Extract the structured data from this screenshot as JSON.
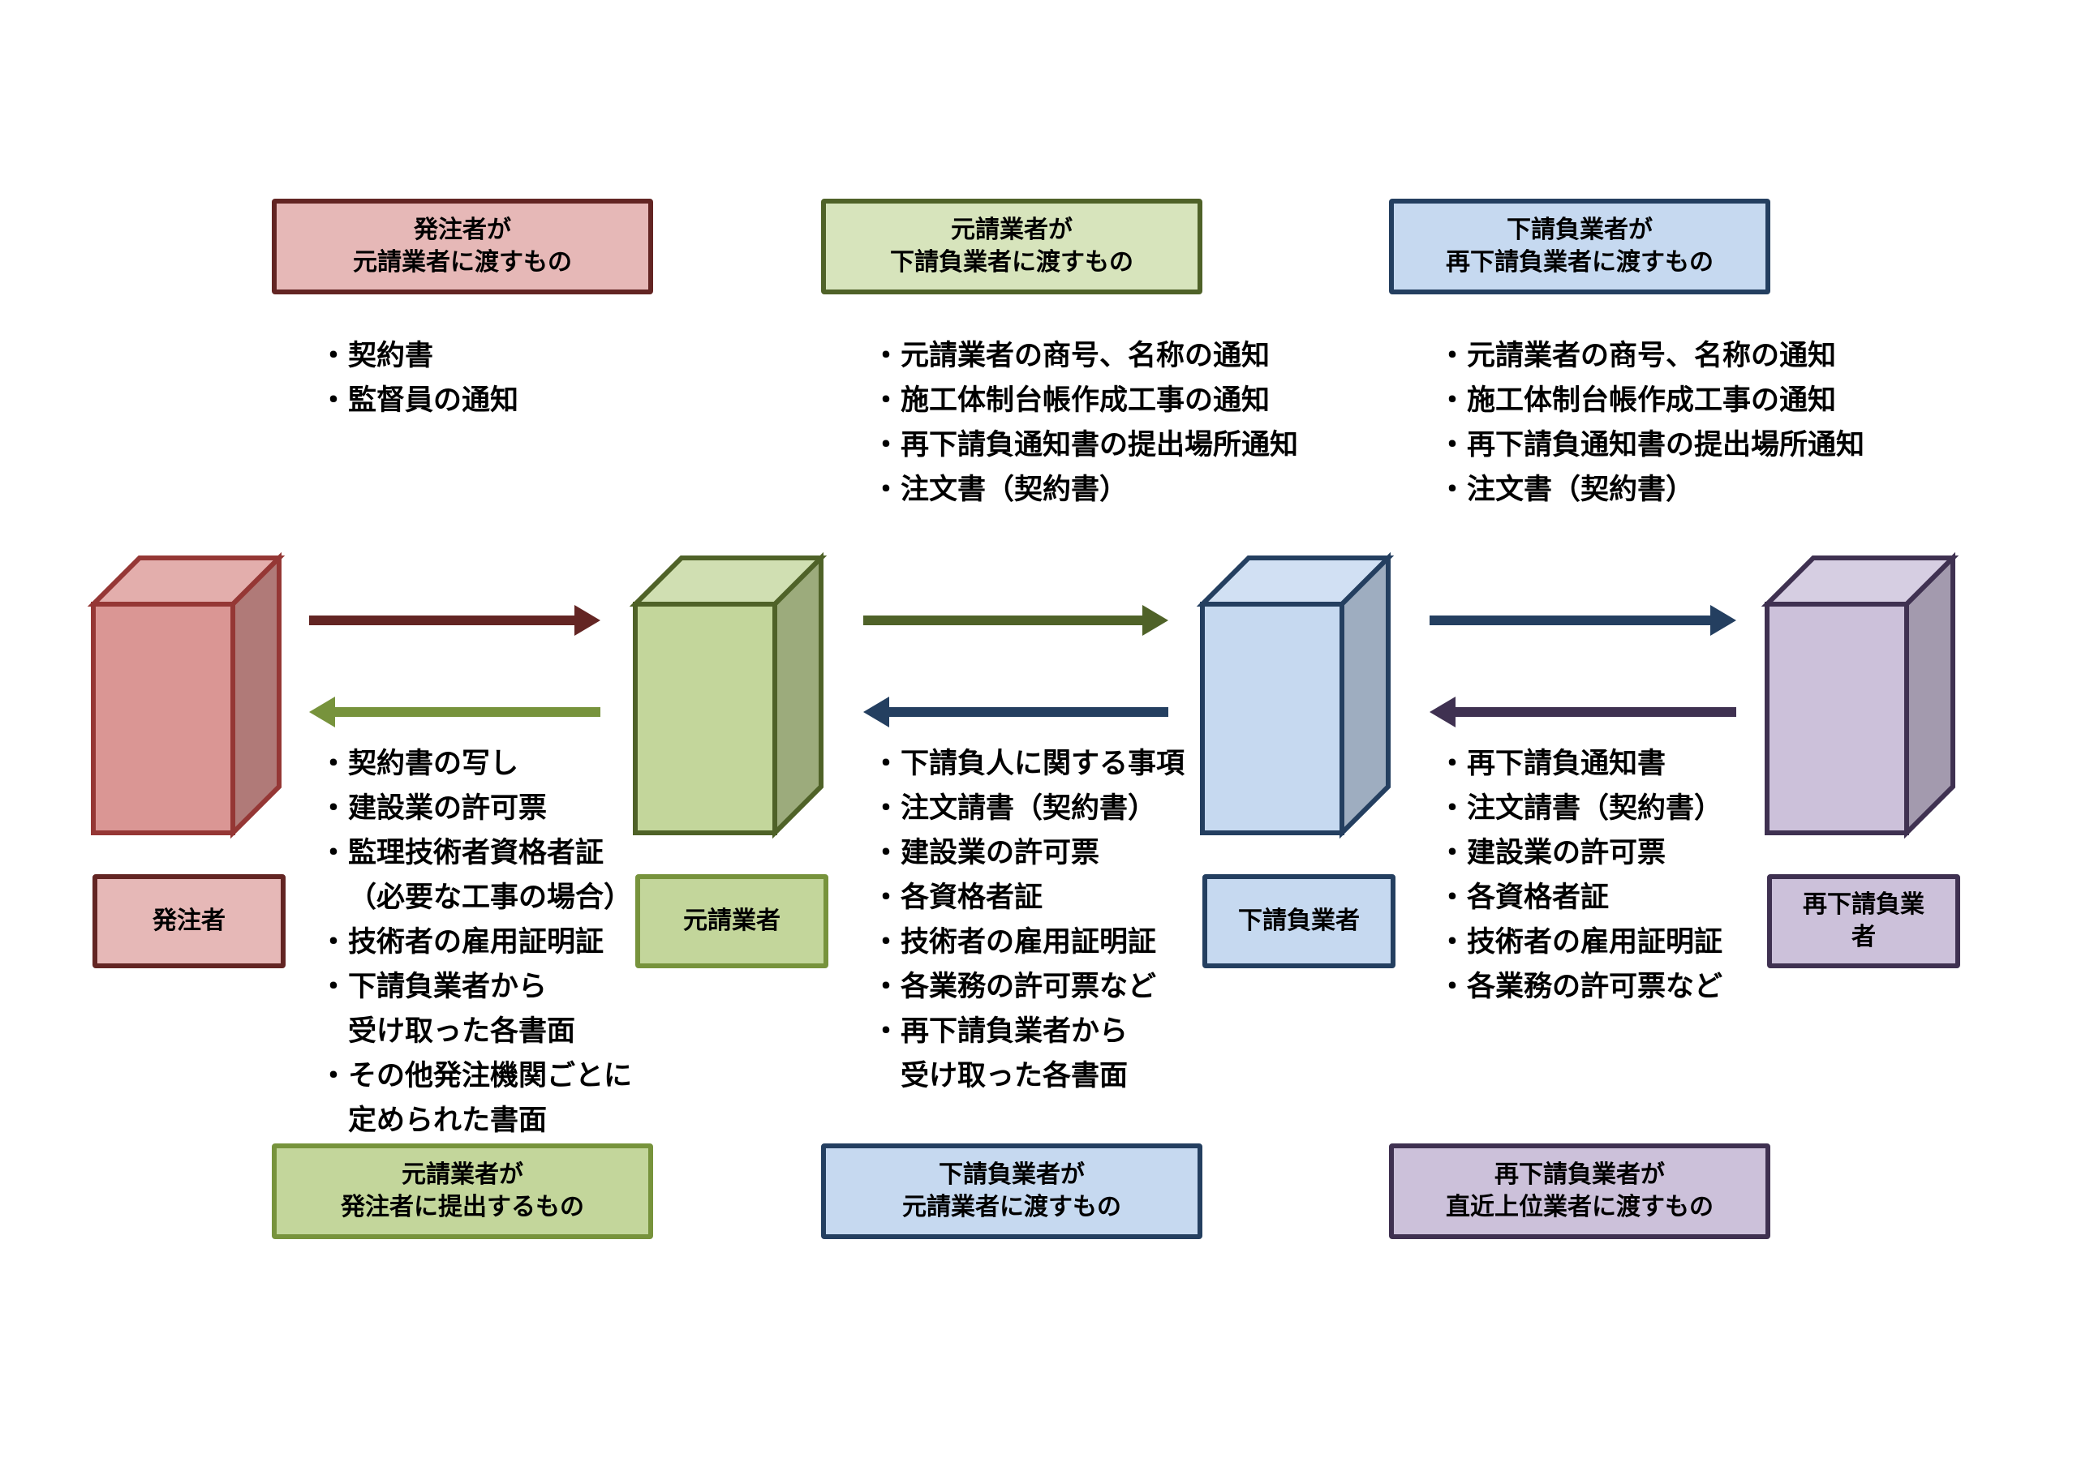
{
  "colors": {
    "red": {
      "front": "#da9694",
      "top": "#e3aeac",
      "side": "#b07a78",
      "stroke": "#953735",
      "box_fill": "#e6b8b7",
      "box_stroke": "#632523"
    },
    "green": {
      "front": "#c3d69b",
      "top": "#d0dfb2",
      "side": "#9cab7c",
      "stroke": "#4f6228",
      "box_fill": "#d7e4bc",
      "box_stroke": "#4f6228"
    },
    "blue": {
      "front": "#c6d9f0",
      "top": "#d1e0f3",
      "side": "#9eadc0",
      "stroke": "#243f60",
      "box_fill": "#c6d9f0",
      "box_stroke": "#243f60"
    },
    "purple": {
      "front": "#ccc1da",
      "top": "#d6cee2",
      "side": "#a39aae",
      "stroke": "#3f3151",
      "box_fill": "#ccc1da",
      "box_stroke": "#3f3151"
    },
    "arrow_red": "#632523",
    "arrow_green_dark": "#4f6228",
    "arrow_green_light": "#77933c",
    "arrow_blue": "#243f60",
    "arrow_purple": "#3f3151"
  },
  "entities": [
    {
      "id": "client",
      "label_lines": [
        "発注者"
      ],
      "color": "red"
    },
    {
      "id": "prime",
      "label_lines": [
        "元請業者"
      ],
      "color": "green"
    },
    {
      "id": "sub",
      "label_lines": [
        "下請負業者"
      ],
      "color": "blue"
    },
    {
      "id": "resub",
      "label_lines": [
        "再下請負業",
        "者"
      ],
      "color": "purple"
    }
  ],
  "top_headers": [
    {
      "lines": [
        "発注者が",
        "元請業者に渡すもの"
      ],
      "color": "red"
    },
    {
      "lines": [
        "元請業者が",
        "下請負業者に渡すもの"
      ],
      "color": "green"
    },
    {
      "lines": [
        "下請負業者が",
        "再下請負業者に渡すもの"
      ],
      "color": "blue"
    }
  ],
  "bottom_headers": [
    {
      "lines": [
        "元請業者が",
        "発注者に提出するもの"
      ],
      "color": "green2"
    },
    {
      "lines": [
        "下請負業者が",
        "元請業者に渡すもの"
      ],
      "color": "blue"
    },
    {
      "lines": [
        "再下請負業者が",
        "直近上位業者に渡すもの"
      ],
      "color": "purple"
    }
  ],
  "bullet": "・",
  "top_lists": [
    [
      [
        "契約書"
      ],
      [
        "監督員の通知"
      ]
    ],
    [
      [
        "元請業者の商号、名称の通知"
      ],
      [
        "施工体制台帳作成工事の通知"
      ],
      [
        "再下請負通知書の提出場所通知"
      ],
      [
        "注文書（契約書）"
      ]
    ],
    [
      [
        "元請業者の商号、名称の通知"
      ],
      [
        "施工体制台帳作成工事の通知"
      ],
      [
        "再下請負通知書の提出場所通知"
      ],
      [
        "注文書（契約書）"
      ]
    ]
  ],
  "bottom_lists": [
    [
      [
        "契約書の写し"
      ],
      [
        "建設業の許可票"
      ],
      [
        "監理技術者資格者証",
        "（必要な工事の場合）"
      ],
      [
        "技術者の雇用証明証"
      ],
      [
        "下請負業者から",
        "受け取った各書面"
      ],
      [
        "その他発注機関ごとに",
        "定められた書面"
      ]
    ],
    [
      [
        "下請負人に関する事項"
      ],
      [
        "注文請書（契約書）"
      ],
      [
        "建設業の許可票"
      ],
      [
        "各資格者証"
      ],
      [
        "技術者の雇用証明証"
      ],
      [
        "各業務の許可票など"
      ],
      [
        "再下請負業者から",
        "受け取った各書面"
      ]
    ],
    [
      [
        "再下請負通知書"
      ],
      [
        "注文請書（契約書）"
      ],
      [
        "建設業の許可票"
      ],
      [
        "各資格者証"
      ],
      [
        "技術者の雇用証明証"
      ],
      [
        "各業務の許可票など"
      ]
    ]
  ],
  "arrows": [
    {
      "from": "client",
      "to": "prime",
      "direction": "right",
      "color": "arrow_red"
    },
    {
      "from": "prime",
      "to": "client",
      "direction": "left",
      "color": "arrow_green_light"
    },
    {
      "from": "prime",
      "to": "sub",
      "direction": "right",
      "color": "arrow_green_dark"
    },
    {
      "from": "sub",
      "to": "prime",
      "direction": "left",
      "color": "arrow_blue"
    },
    {
      "from": "sub",
      "to": "resub",
      "direction": "right",
      "color": "arrow_blue"
    },
    {
      "from": "resub",
      "to": "sub",
      "direction": "left",
      "color": "arrow_purple"
    }
  ]
}
